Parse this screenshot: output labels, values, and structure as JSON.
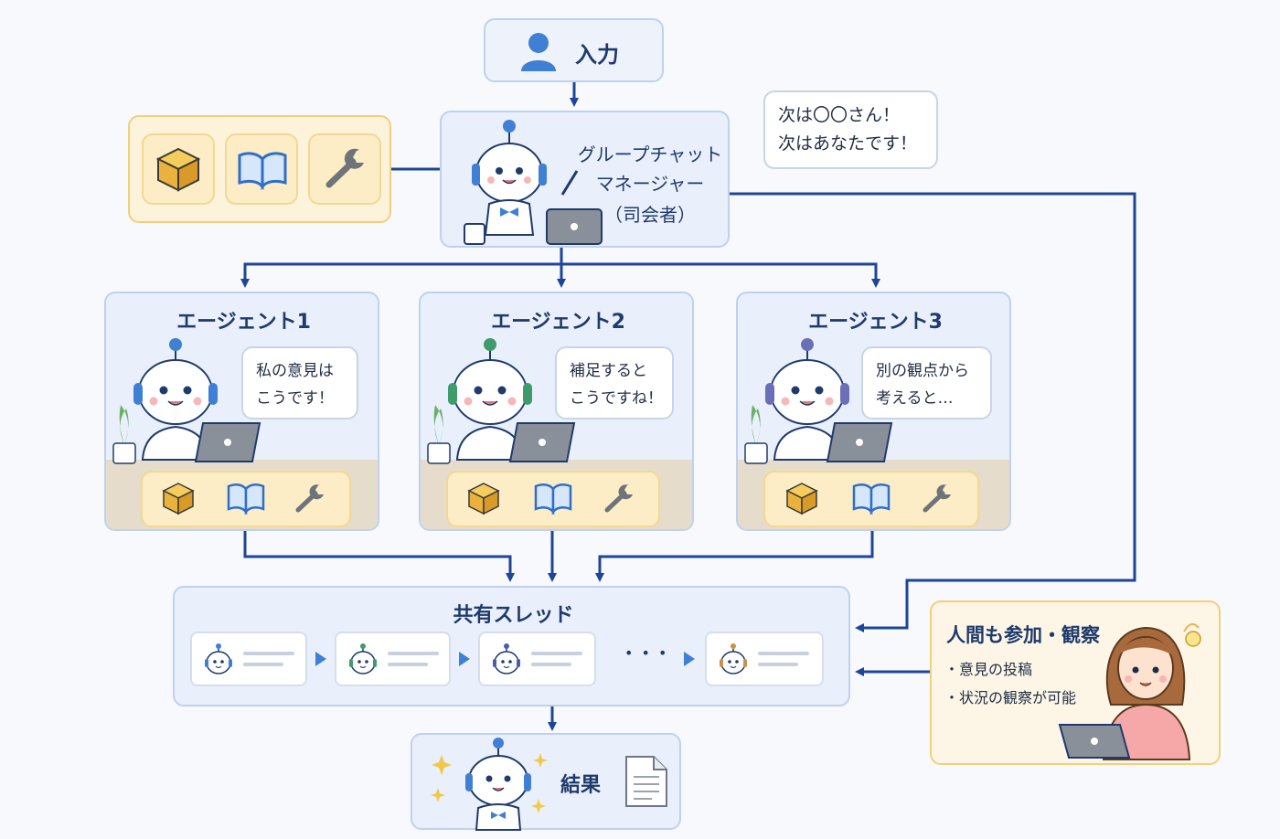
{
  "input": {
    "label": "入力",
    "icon": "user-icon"
  },
  "manager": {
    "title_lines": [
      "グループチャット",
      "マネージャー",
      "（司会者）"
    ],
    "bubble": "次は〇〇さん！\n次はあなたです！",
    "tools": [
      "cube-icon",
      "book-icon",
      "wrench-icon"
    ]
  },
  "agents": [
    {
      "title": "エージェント1",
      "bubble": "私の意見は\nこうです！",
      "accent": "#3f7fd4"
    },
    {
      "title": "エージェント2",
      "bubble": "補足すると\nこうですね！",
      "accent": "#3f9a6c"
    },
    {
      "title": "エージェント3",
      "bubble": "別の観点から\n考えると…",
      "accent": "#6b6fb8"
    }
  ],
  "thread": {
    "title": "共有スレッド",
    "ellipsis": "• • •",
    "avatar_colors": [
      "#3f7fd4",
      "#3f9a6c",
      "#4a5ea8",
      "#c7924a"
    ]
  },
  "human": {
    "title": "人間も参加・観察",
    "items": [
      "・意見の投稿",
      "・状況の観察が可能"
    ]
  },
  "result": {
    "label": "結果"
  },
  "colors": {
    "arrow": "#1e4597",
    "box": "#e9f0fb",
    "tile": "#fcedc6"
  }
}
